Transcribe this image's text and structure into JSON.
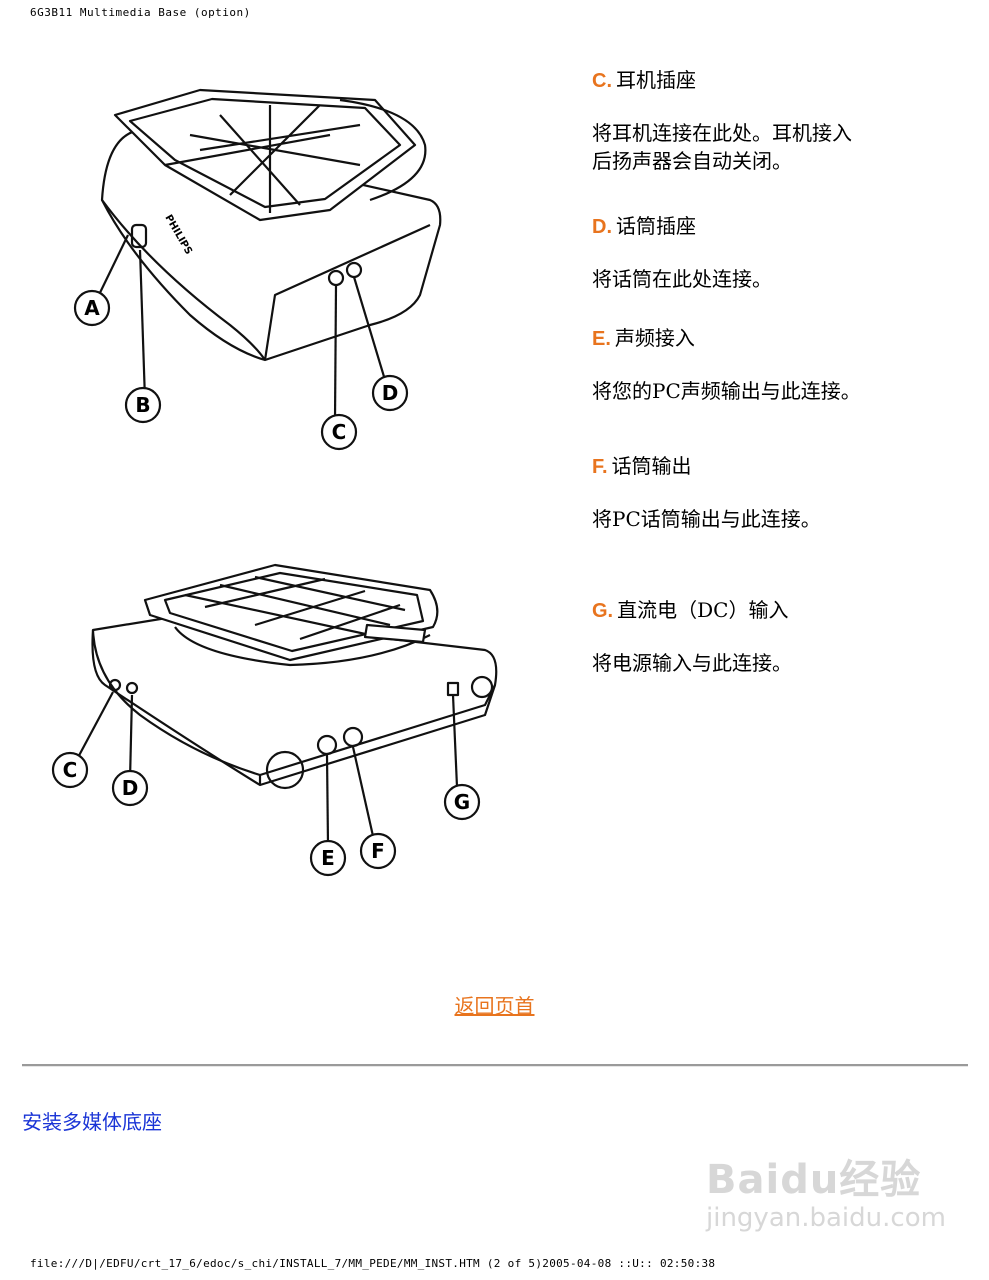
{
  "header": {
    "path": "6G3B11 Multimedia Base (option)"
  },
  "figure_top": {
    "callouts": [
      "A",
      "B",
      "C",
      "D"
    ],
    "brand": "PHILIPS"
  },
  "figure_bottom": {
    "callouts": [
      "C",
      "D",
      "E",
      "F",
      "G"
    ]
  },
  "sections": [
    {
      "letter": "C.",
      "title": "耳机插座",
      "body": [
        "将耳机连接在此处。耳机接入",
        "后扬声器会自动关闭。"
      ]
    },
    {
      "letter": "D.",
      "title": "话筒插座",
      "body": [
        "将话筒在此处连接。"
      ]
    },
    {
      "letter": "E.",
      "title": "声频接入",
      "body": [
        "将您的PC声频输出与此连接。"
      ]
    },
    {
      "letter": "F.",
      "title": "话筒输出",
      "body": [
        "将PC话筒输出与此连接。"
      ]
    },
    {
      "letter": "G.",
      "title": "直流电（DC）输入",
      "body": [
        "将电源输入与此连接。"
      ]
    }
  ],
  "back_link": "返回页首",
  "nav_link": "安装多媒体底座",
  "watermark": {
    "brand": "Baidu经验",
    "url": "jingyan.baidu.com"
  },
  "footer": {
    "path": "file:///D|/EDFU/crt_17_6/edoc/s_chi/INSTALL_7/MM_PEDE/MM_INST.HTM (2 of 5)2005-04-08 ::U:: 02:50:38"
  }
}
